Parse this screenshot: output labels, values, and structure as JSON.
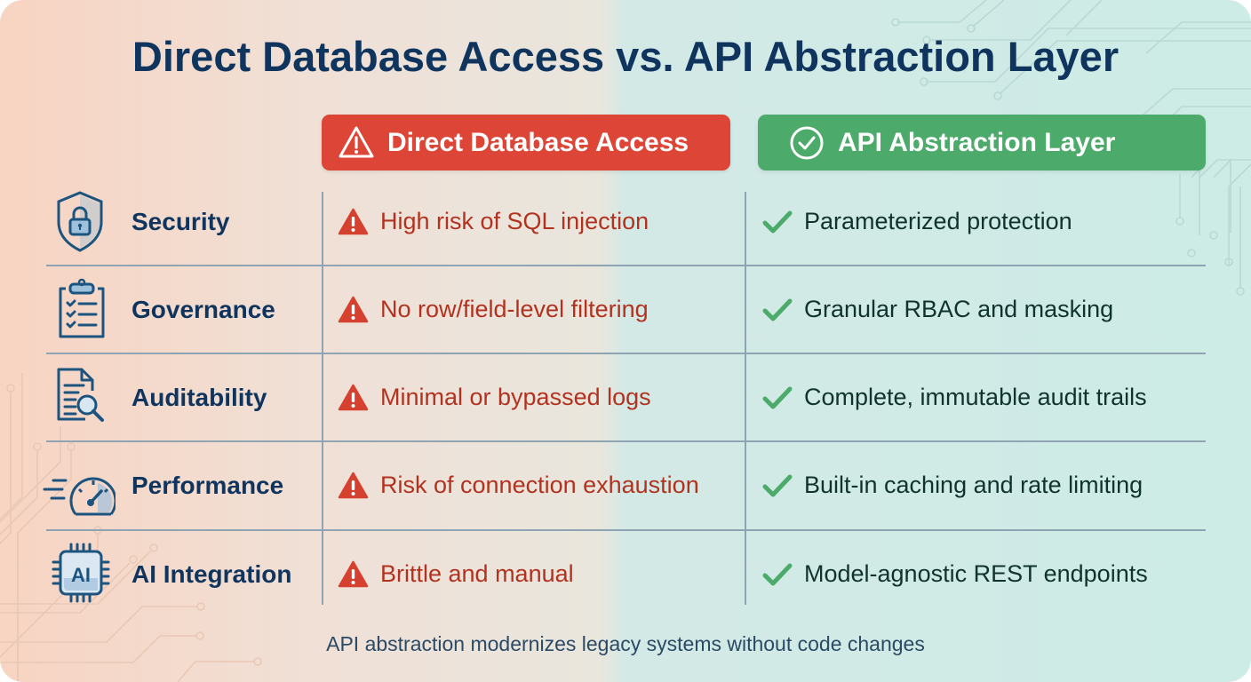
{
  "title": "Direct Database Access vs. API Abstraction Layer",
  "columns": {
    "bad": {
      "label": "Direct Database Access",
      "icon": "warning-triangle-outline-icon",
      "color": "#dd4536"
    },
    "good": {
      "label": "API Abstraction Layer",
      "icon": "check-circle-icon",
      "color": "#4cab6a"
    }
  },
  "rows": [
    {
      "category": "Security",
      "icon": "shield-lock-icon",
      "bad": "High risk of SQL injection",
      "good": "Parameterized protection"
    },
    {
      "category": "Governance",
      "icon": "clipboard-checklist-icon",
      "bad": "No row/field-level filtering",
      "good": "Granular RBAC and masking"
    },
    {
      "category": "Auditability",
      "icon": "document-search-icon",
      "bad": "Minimal or bypassed logs",
      "good": "Complete, immutable audit trails"
    },
    {
      "category": "Performance",
      "icon": "speedometer-icon",
      "bad": "Risk of connection exhaustion",
      "good": "Built-in caching and rate limiting"
    },
    {
      "category": "AI Integration",
      "icon": "ai-chip-icon",
      "ai_chip_text": "AI",
      "bad": "Brittle and manual",
      "good": "Model-agnostic REST endpoints"
    }
  ],
  "footer": "API abstraction modernizes legacy systems without code changes",
  "colors": {
    "title": "#0f355f",
    "bad_text": "#b2321f",
    "good_check": "#4cab6a",
    "icon_stroke": "#1c5480",
    "grid": "#8ea4b3"
  }
}
